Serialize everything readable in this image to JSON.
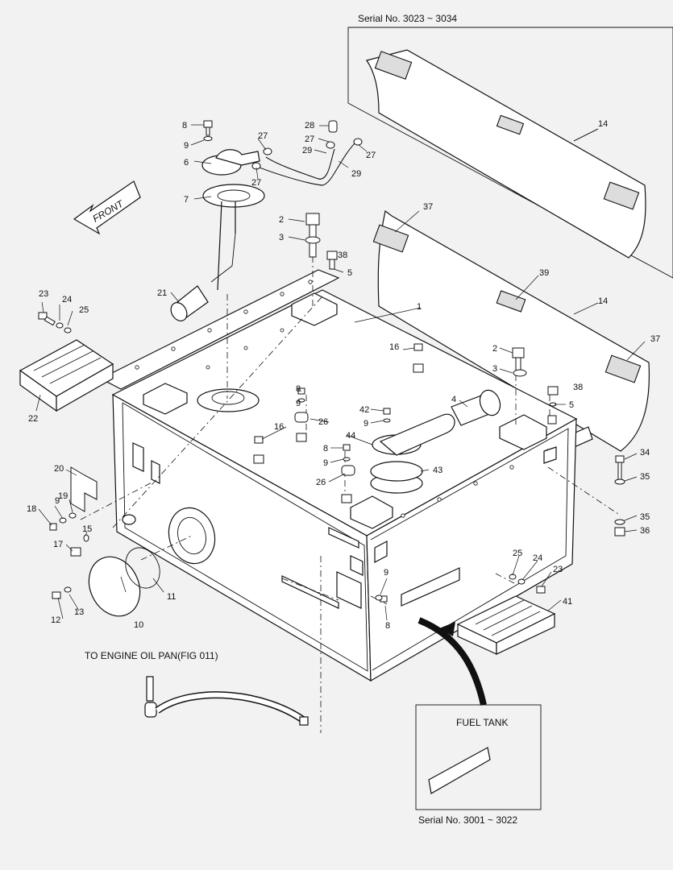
{
  "captions": {
    "serial_top": "Serial No. 3023 ~ 3034",
    "serial_bottom": "Serial No. 3001 ~ 3022",
    "fuel_tank": "FUEL TANK",
    "engine_oil_pan": "TO ENGINE OIL PAN(FIG 011)",
    "front": "FRONT"
  },
  "callouts": [
    "1",
    "2",
    "2",
    "3",
    "3",
    "4",
    "5",
    "5",
    "6",
    "7",
    "8",
    "8",
    "8",
    "8",
    "9",
    "9",
    "9",
    "9",
    "9",
    "9",
    "10",
    "11",
    "12",
    "13",
    "14",
    "14",
    "15",
    "16",
    "16",
    "17",
    "18",
    "19",
    "20",
    "21",
    "22",
    "23",
    "23",
    "24",
    "24",
    "25",
    "25",
    "26",
    "26",
    "27",
    "27",
    "27",
    "27",
    "28",
    "29",
    "29",
    "34",
    "35",
    "35",
    "36",
    "37",
    "37",
    "38",
    "38",
    "39",
    "41",
    "42",
    "43",
    "44"
  ]
}
